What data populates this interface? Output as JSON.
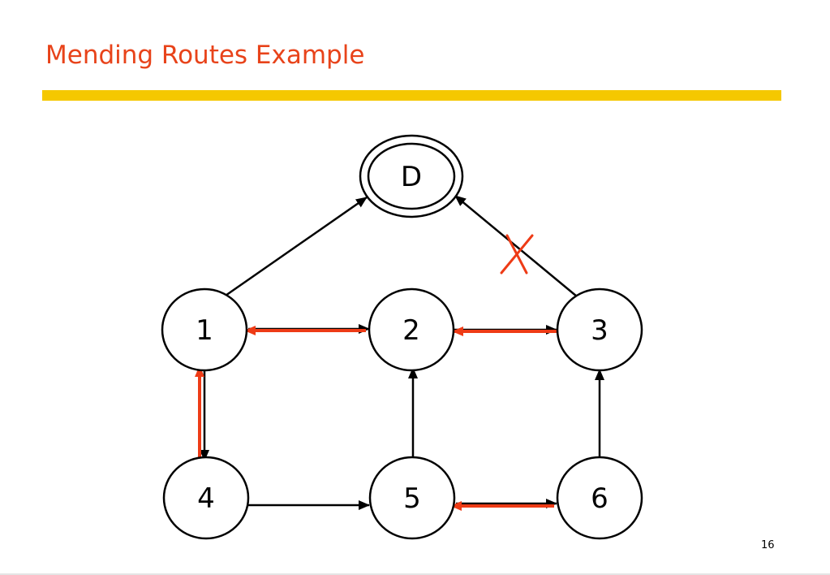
{
  "slide": {
    "title": "Mending Routes Example",
    "page_number": "16"
  },
  "colors": {
    "title": "#e8431a",
    "rule": "#f5c800",
    "edge": "#000000",
    "route": "#ee3b16",
    "broken_mark": "#ee3b16",
    "node_stroke": "#000000",
    "node_fill": "#ffffff"
  },
  "diagram": {
    "nodes": [
      {
        "id": "D",
        "label": "D",
        "destination": true
      },
      {
        "id": "1",
        "label": "1"
      },
      {
        "id": "2",
        "label": "2"
      },
      {
        "id": "3",
        "label": "3"
      },
      {
        "id": "4",
        "label": "4"
      },
      {
        "id": "5",
        "label": "5"
      },
      {
        "id": "6",
        "label": "6"
      }
    ],
    "links": [
      {
        "from": "1",
        "to": "D",
        "kind": "edge"
      },
      {
        "from": "3",
        "to": "D",
        "kind": "edge",
        "broken": true
      },
      {
        "from": "1",
        "to": "2",
        "kind": "edge"
      },
      {
        "from": "2",
        "to": "1",
        "kind": "route"
      },
      {
        "from": "3",
        "to": "2",
        "kind": "edge"
      },
      {
        "from": "3",
        "to": "2",
        "kind": "route"
      },
      {
        "from": "1",
        "to": "4",
        "kind": "edge"
      },
      {
        "from": "4",
        "to": "1",
        "kind": "route"
      },
      {
        "from": "5",
        "to": "2",
        "kind": "edge"
      },
      {
        "from": "6",
        "to": "3",
        "kind": "edge"
      },
      {
        "from": "4",
        "to": "5",
        "kind": "edge"
      },
      {
        "from": "5",
        "to": "6",
        "kind": "edge"
      },
      {
        "from": "6",
        "to": "5",
        "kind": "route"
      }
    ]
  }
}
